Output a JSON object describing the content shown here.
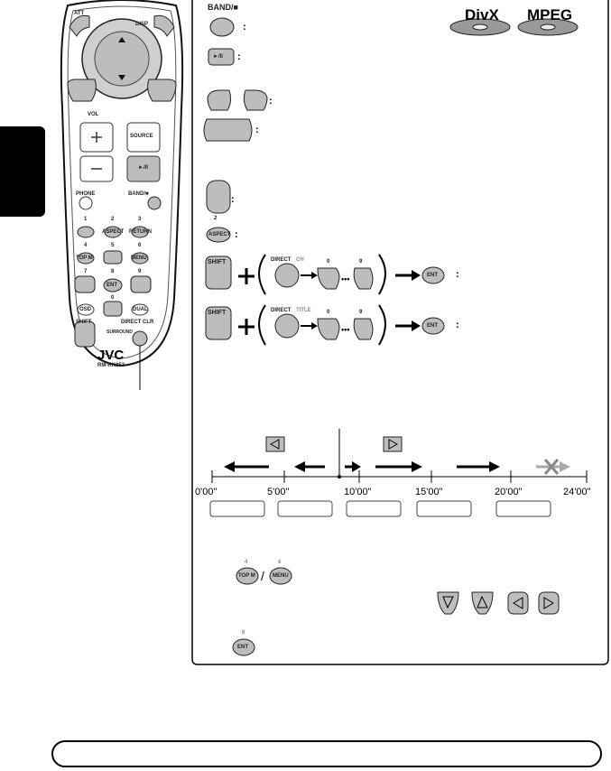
{
  "remote": {
    "att": "ATT",
    "disp": "DISP",
    "vol": "VOL",
    "source": "SOURCE",
    "play_pause": "►/II",
    "phone": "PHONE",
    "band": "BAND/■",
    "n1": "1",
    "n2": "2",
    "n3": "3",
    "aspect": "ASPECT",
    "return": "RETURN",
    "n4": "4",
    "n5": "5",
    "n6": "6",
    "top_m": "TOP M",
    "menu": "MENU",
    "n7": "7",
    "n8": "8",
    "n9": "9",
    "ent": "ENT",
    "n0": "0",
    "osd": "OSD",
    "dual": "DUAL",
    "shift": "SHIFT",
    "direct_clr": "DIRECT CLR",
    "surround": "SURROUND",
    "brand": "JVC",
    "model": "RM-RK252"
  },
  "panel": {
    "band_label": "BAND/■",
    "play_pause": "►/II",
    "divx": "DivX",
    "mpeg": "MPEG",
    "aspect": "ASPECT",
    "aspect_num": "2",
    "shift": "SHIFT",
    "direct": "DIRECT",
    "direct_tag1": "CH",
    "direct_tag2": "TITLE",
    "zero": "0",
    "nine": "9",
    "dots": "•••",
    "ent": "ENT",
    "colon": ":",
    "top_m": "TOP M",
    "menu": "MENU",
    "num4": "4",
    "num6": "6",
    "num8": "8",
    "slash": "/"
  },
  "timeline": {
    "ticks": [
      "0'00\"",
      "5'00\"",
      "10'00\"",
      "15'00\"",
      "20'00\"",
      "24'00\""
    ]
  }
}
